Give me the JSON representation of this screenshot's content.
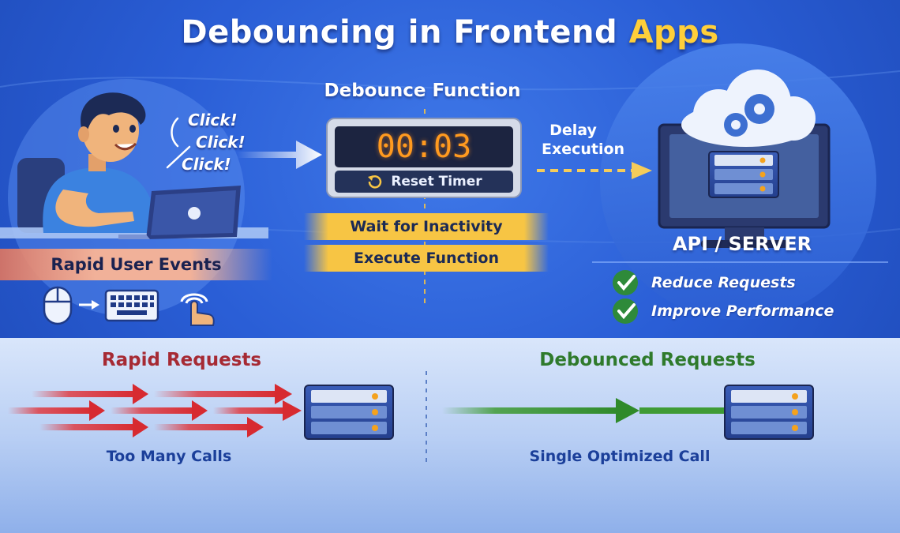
{
  "title": {
    "main": "Debouncing in Frontend",
    "highlight": "Apps"
  },
  "user": {
    "click_words": [
      "Click!",
      "Click!",
      "Click!"
    ],
    "banner": "Rapid User Events"
  },
  "debounce": {
    "title": "Debounce Function",
    "timer_value": "00:03",
    "reset_label": "Reset Timer",
    "steps": [
      "Wait for Inactivity",
      "Execute Function"
    ]
  },
  "delay": {
    "line1": "Delay",
    "line2": "Execution"
  },
  "server": {
    "title": "API / SERVER",
    "benefits": [
      "Reduce Requests",
      "Improve Performance"
    ]
  },
  "comparison": {
    "left": {
      "title": "Rapid Requests",
      "caption": "Too Many Calls"
    },
    "right": {
      "title": "Debounced Requests",
      "caption": "Single Optimized Call"
    }
  },
  "colors": {
    "background": "#2a5ed6",
    "highlight": "#ffcf3a",
    "rapid_red": "#e0343a",
    "debounced_green": "#3f9b35",
    "check_green": "#2e8a3a",
    "timer_digits": "#ff9a1f"
  },
  "icons": [
    "mouse-icon",
    "keyboard-icon",
    "touch-tap-icon",
    "refresh-icon",
    "cloud-gears-icon",
    "server-icon",
    "check-icon"
  ]
}
